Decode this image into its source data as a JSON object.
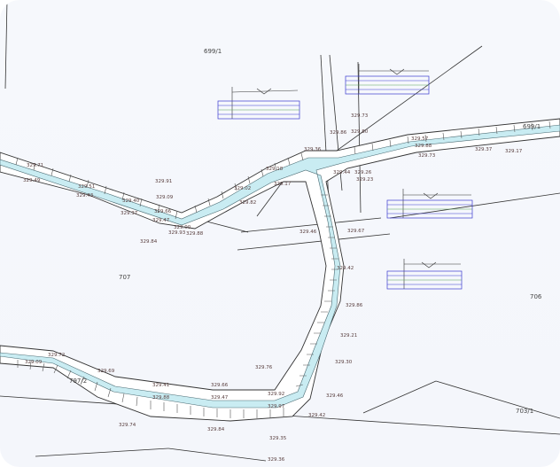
{
  "parcels": {
    "p1": "699/1",
    "p2": "707",
    "p3": "706",
    "p4": "703/1",
    "p5": "699/1",
    "p6": "797/2"
  },
  "elevations": {
    "e01": "329.71",
    "e02": "329.49",
    "e03": "329.51",
    "e04": "329.43",
    "e05": "329.40",
    "e06": "329.37",
    "e07": "329.09",
    "e08": "329.66",
    "e09": "329.47",
    "e10": "329.00",
    "e11": "329.88",
    "e12": "329.93",
    "e13": "329.91",
    "e14": "329.84",
    "e15": "329.02",
    "e16": "329.17",
    "e17": "329.18",
    "e18": "329.82",
    "e19": "329.44",
    "e20": "329.26",
    "e21": "329.23",
    "e22": "329.73",
    "e23": "329.80",
    "e24": "329.86",
    "e25": "329.36",
    "e26": "329.57",
    "e27": "329.88",
    "e28": "329.73",
    "e29": "329.37",
    "e30": "329.17",
    "e31": "329.46",
    "e32": "329.42",
    "e33": "329.86",
    "e34": "329.21",
    "e35": "329.30",
    "e36": "329.76",
    "e37": "329.46",
    "e38": "329.42",
    "e39": "329.84",
    "e40": "329.35",
    "e41": "329.36",
    "e42": "329.72",
    "e43": "329.09",
    "e44": "329.69",
    "e45": "329.41",
    "e46": "329.66",
    "e47": "329.47",
    "e48": "329.88",
    "e49": "329.92",
    "e50": "329.97",
    "e51": "329.74",
    "e52": "329.67"
  },
  "colors": {
    "channel": "#c9ecf2",
    "line": "#333333",
    "hatch": "#555555",
    "panel_blue": "#3b3bd0",
    "panel_green": "#5aa45a"
  }
}
